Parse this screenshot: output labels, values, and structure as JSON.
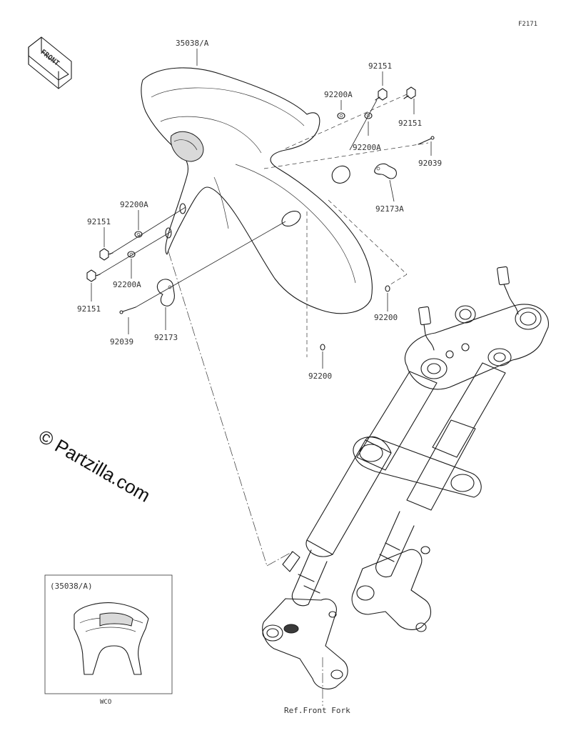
{
  "figure_code": "F2171",
  "front_badge": "FRONT",
  "watermark": "© Partzilla.com",
  "parts": {
    "fender_top": "35038/A",
    "bolt_upper_a": "92151",
    "washer_upper_a": "92200A",
    "bolt_upper_b": "92151",
    "washer_upper_b": "92200A",
    "clip_upper": "92039",
    "clamp_upper": "92173A",
    "washer_left_top": "92200A",
    "bolt_left_top": "92151",
    "washer_left_mid": "92200A",
    "bolt_left_bottom": "92151",
    "clip_lower": "92039",
    "clamp_lower": "92173",
    "grommet_right": "92200",
    "grommet_center": "92200"
  },
  "inset": {
    "title": "(35038/A)",
    "caption": "WCO"
  },
  "fork_ref": "Ref.Front Fork"
}
